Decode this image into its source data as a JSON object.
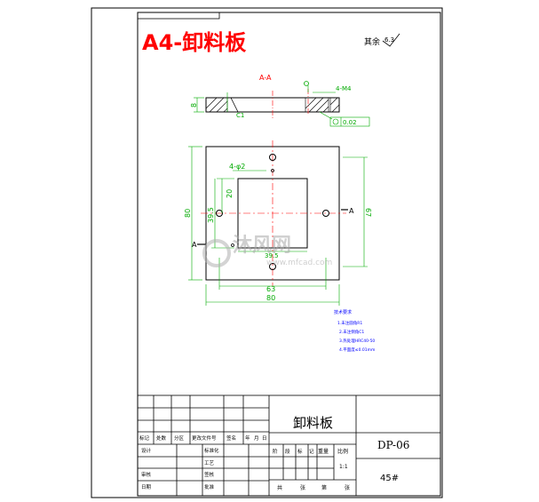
{
  "title": {
    "sheet": "A4-卸料板",
    "roughness_note": "其余",
    "roughness_value": "6.3"
  },
  "section": {
    "label": "A-A",
    "thread_note": "4-M4",
    "thickness": "8",
    "chamfer": "C1",
    "hole_callout": "0.02"
  },
  "plan": {
    "pin_holes": "4-φ2",
    "dim_20": "20",
    "dim_39": "39.5",
    "dim_80_v": "80",
    "dim_67": "67",
    "dim_39_b": "39.5",
    "dim_63": "63",
    "dim_80_h": "80",
    "section_mark_left": "A",
    "section_mark_right": "A"
  },
  "tech_notes": {
    "heading": "技术要求",
    "items": [
      "1.未注圆角R1",
      "2.未注倒角C1",
      "3.热处理HRC40-50",
      "4.平面度≤0.01mm"
    ]
  },
  "watermark": {
    "brand": "沐风网",
    "url": "www.mfcad.com"
  },
  "title_block": {
    "part_name": "卸料板",
    "drawing_no": "DP-06",
    "material": "45#",
    "scale": "1:1",
    "left_headers": [
      "标记",
      "处数",
      "分区",
      "更改文件号",
      "签名",
      "年",
      "月",
      "日"
    ],
    "role_design": "设计",
    "role_standard": "标准化",
    "role_check": "审核",
    "role_process": "工艺",
    "role_sign": "签核",
    "role_approve": "批准",
    "role_date": "日期",
    "stage_labels": [
      "阶",
      "段",
      "标",
      "记"
    ],
    "weight_label": "重量",
    "scale_label": "比例",
    "sheet_total": "共",
    "sheet_n": "张",
    "sheet_no": "第",
    "sheet_n2": "张"
  }
}
